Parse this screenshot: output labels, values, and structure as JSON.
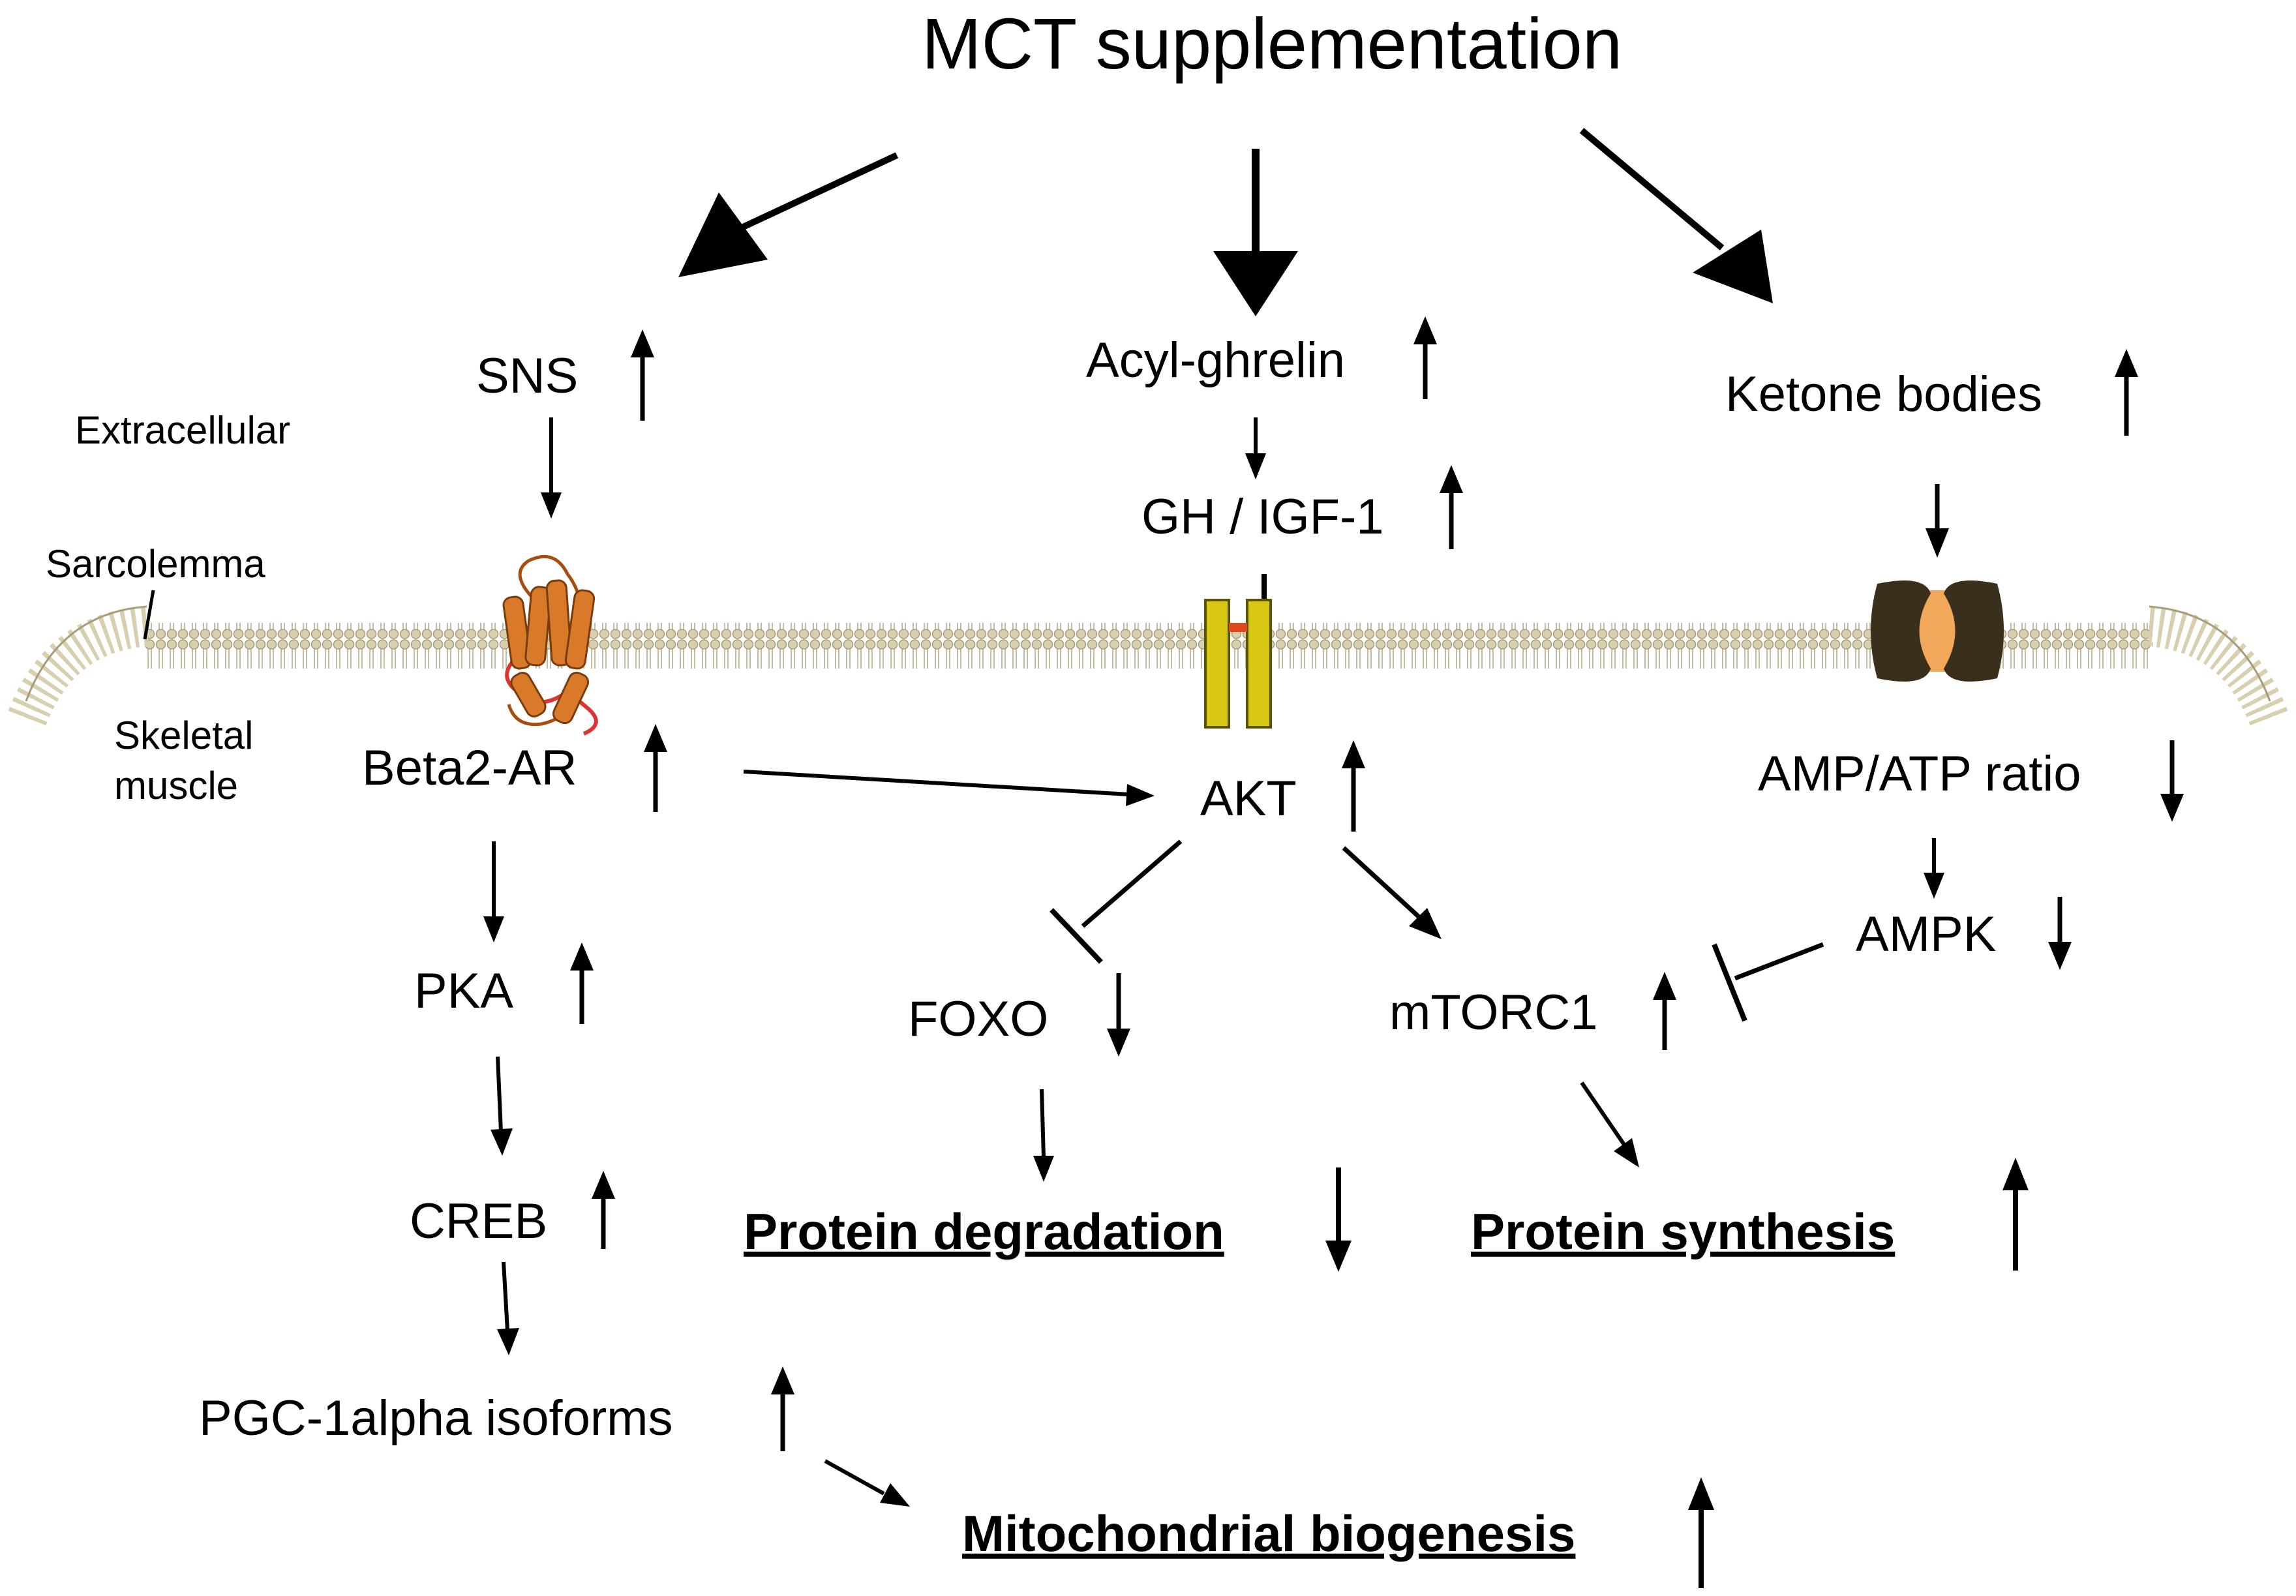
{
  "title": "MCT supplementation",
  "regions": {
    "extracellular": "Extracellular",
    "sarcolemma": "Sarcolemma",
    "skeletal_line1": "Skeletal",
    "skeletal_line2": "muscle"
  },
  "nodes": {
    "sns": "SNS",
    "acyl_ghrelin": "Acyl-ghrelin",
    "ketone_bodies": "Ketone bodies",
    "gh_igf1": "GH / IGF-1",
    "beta2_ar": "Beta2-AR",
    "akt": "AKT",
    "amp_atp": "AMP/ATP ratio",
    "ampk": "AMPK",
    "pka": "PKA",
    "foxo": "FOXO",
    "mtorc1": "mTORC1",
    "creb": "CREB",
    "pgc1": "PGC-1alpha isoforms"
  },
  "outcomes": {
    "protein_degradation": "Protein degradation",
    "protein_synthesis": "Protein synthesis",
    "mitochondrial_biogenesis": "Mitochondrial biogenesis"
  },
  "colors": {
    "receptor": "#d97a2b",
    "igf_receptor": "#d6c814",
    "channel": "#3a2e1c",
    "membrane": "#d8cfae"
  }
}
